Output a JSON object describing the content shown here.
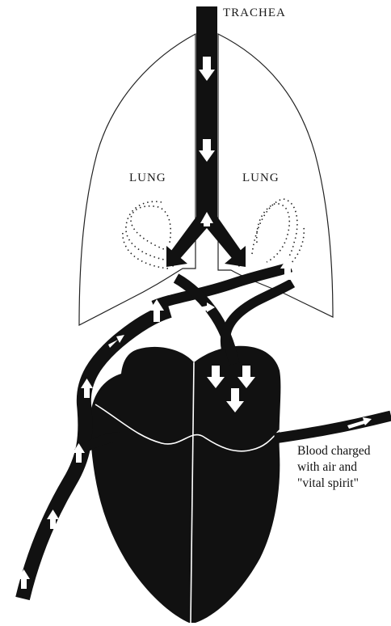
{
  "labels": {
    "trachea": "TRACHEA",
    "lung_left": "LUNG",
    "lung_right": "LUNG"
  },
  "caption": {
    "line1": "Blood charged",
    "line2": "with air and",
    "line3": "\"vital spirit\""
  },
  "colors": {
    "ink": "#111111",
    "paper": "#ffffff"
  }
}
